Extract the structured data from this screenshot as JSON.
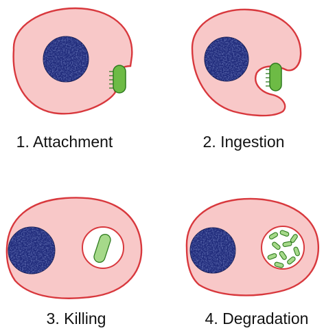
{
  "steps": [
    {
      "number": "1.",
      "name": "Attachment",
      "label": "1. Attachment"
    },
    {
      "number": "2.",
      "name": "Ingestion",
      "label": "2. Ingestion"
    },
    {
      "number": "3.",
      "name": "Killing",
      "label": "3. Killing"
    },
    {
      "number": "4.",
      "name": "Degradation",
      "label": "4. Degradation"
    }
  ],
  "colors": {
    "cytoplasm": "#f8c8c8",
    "membrane": "#d8383d",
    "nucleus": "#1f2a7a",
    "nucleus_speckle": "#4050a8",
    "bacterium": "#6dbb45",
    "bacterium_outline": "#2e7a1e",
    "degraded_bacterium": "#a6d98a",
    "vacuole": "#ffffff"
  }
}
